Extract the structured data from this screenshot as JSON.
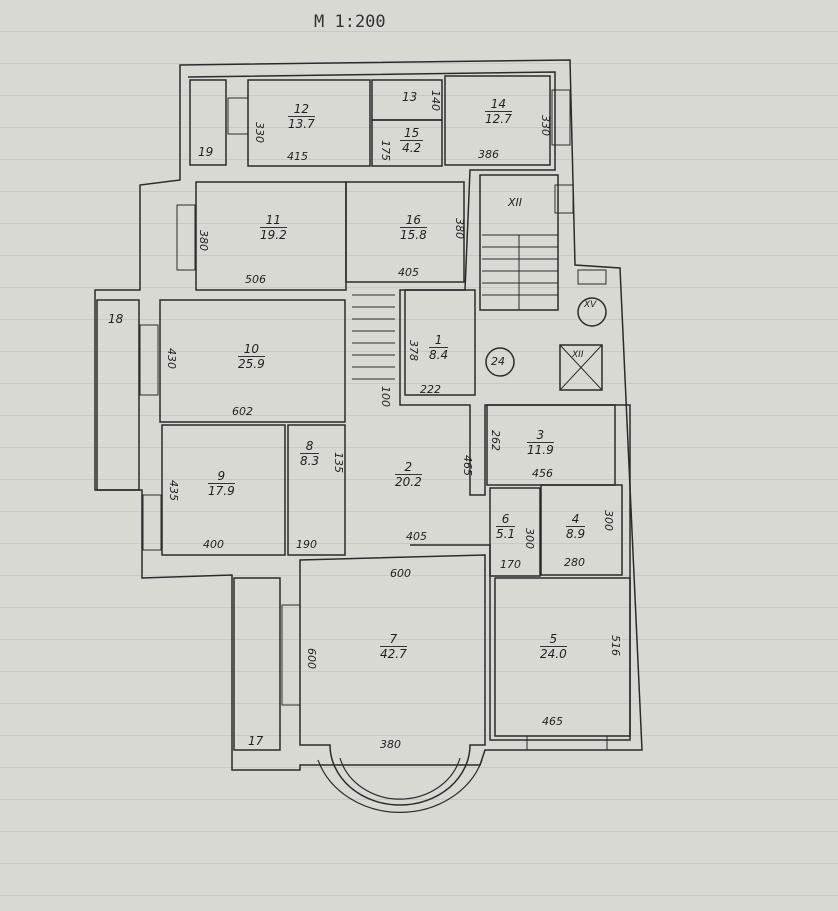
{
  "scale": "M 1:200",
  "rooms": {
    "r1": {
      "num": "1",
      "area": "8.4"
    },
    "r2": {
      "num": "2",
      "area": "20.2"
    },
    "r3": {
      "num": "3",
      "area": "11.9"
    },
    "r4": {
      "num": "4",
      "area": "8.9"
    },
    "r5": {
      "num": "5",
      "area": "24.0"
    },
    "r6": {
      "num": "6",
      "area": "5.1"
    },
    "r7": {
      "num": "7",
      "area": "42.7"
    },
    "r8": {
      "num": "8",
      "area": "8.3"
    },
    "r9": {
      "num": "9",
      "area": "17.9"
    },
    "r10": {
      "num": "10",
      "area": "25.9"
    },
    "r11": {
      "num": "11",
      "area": "19.2"
    },
    "r12": {
      "num": "12",
      "area": "13.7"
    },
    "r14": {
      "num": "14",
      "area": "12.7"
    },
    "r15": {
      "num": "15",
      "area": "4.2"
    },
    "r16": {
      "num": "16",
      "area": "15.8"
    }
  },
  "labels": {
    "r13": "13",
    "r17": "17",
    "r18": "18",
    "r19": "19",
    "stair": "XII",
    "lift": "XII",
    "shaft": "XV",
    "circle": "24"
  },
  "dims": [
    "330",
    "415",
    "175",
    "140",
    "330",
    "386",
    "380",
    "506",
    "380",
    "405",
    "430",
    "602",
    "435",
    "400",
    "190",
    "135",
    "378",
    "222",
    "100",
    "465",
    "405",
    "262",
    "456",
    "300",
    "170",
    "300",
    "280",
    "600",
    "600",
    "380",
    "516",
    "465"
  ]
}
